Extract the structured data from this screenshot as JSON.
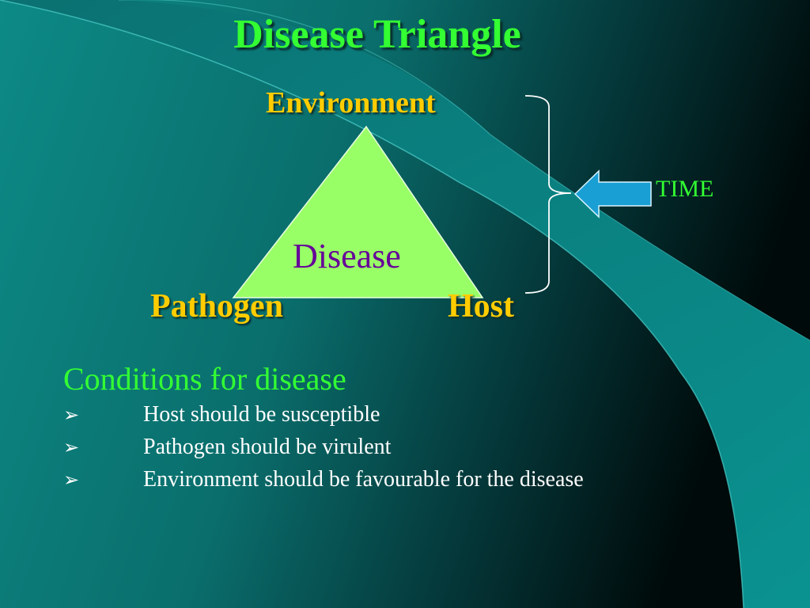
{
  "title": "Disease Triangle",
  "diagram": {
    "environment_label": "Environment",
    "pathogen_label": "Pathogen",
    "host_label": "Host",
    "center_label": "Disease",
    "time_label": "TIME"
  },
  "conditions": {
    "heading": "Conditions for disease",
    "bullet_icon": "arrowhead-bullet-icon",
    "items": [
      {
        "text": "Host should be susceptible"
      },
      {
        "text": "Pathogen should be virulent"
      },
      {
        "text": "Environment should be favourable for the disease"
      }
    ]
  },
  "colors": {
    "title": "#33ff33",
    "vertex_labels": "#ffcc00",
    "triangle_fill": "#99ff66",
    "center_label": "#660099",
    "time_label": "#33ff33",
    "arrow_fill": "#1a9fd4",
    "heading": "#33ff33",
    "list_text": "#ffffff",
    "background_dark": "#003333",
    "background_teal": "#0b8a8a"
  }
}
